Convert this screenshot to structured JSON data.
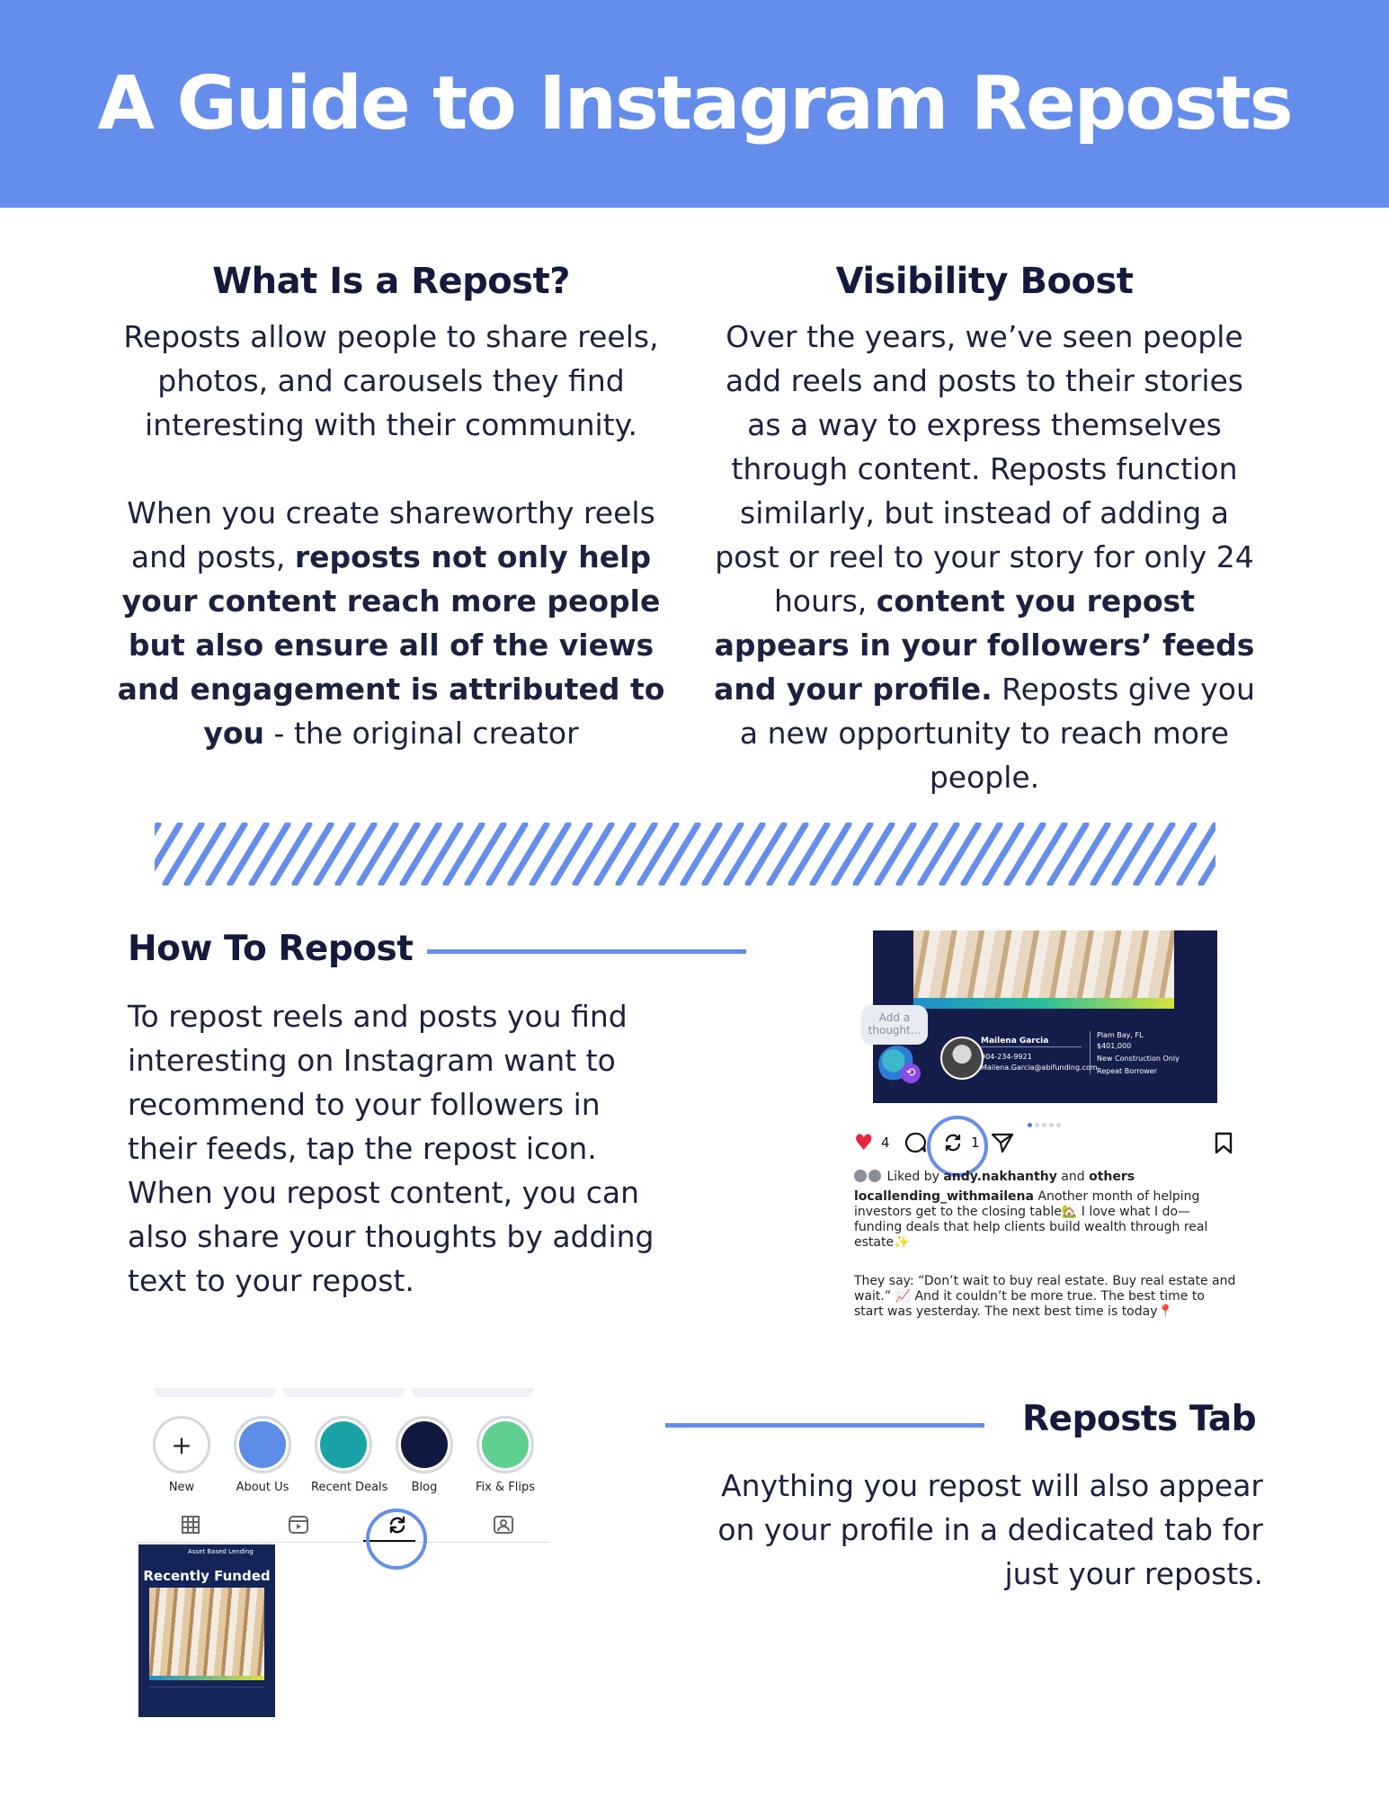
{
  "header": {
    "title": "A Guide to Instagram Reposts"
  },
  "what_is": {
    "heading": "What Is a Repost?",
    "para1": "Reposts allow people to share reels, photos, and carousels they find interesting with their community.",
    "para2_start": "When you create shareworthy reels and posts,",
    "para2_bold": "reposts not only help your content reach more people but also ensure all of the views and engagement is attributed to you",
    "para2_end": "- the original creator"
  },
  "visibility": {
    "heading": "Visibility Boost",
    "text_start": "Over the years, we’ve seen people add reels and posts to their stories as a way to express themselves through content. Reposts function similarly, but instead of adding a post or reel to your story for only 24 hours,",
    "text_bold": "content you repost appears in your followers’ feeds and your profile.",
    "text_end": "Reposts give you a new opportunity to reach more people."
  },
  "how_to": {
    "heading": "How To Repost",
    "body": "To repost reels and posts you find interesting on Instagram want to recommend to your followers in their feeds, tap the repost icon. When you repost content, you can also share your thoughts by adding text to your repost."
  },
  "post_mock": {
    "thought_placeholder": "Add a thought...",
    "agent_name": "Mailena Garcia",
    "agent_phone": "904-234-9921",
    "agent_email": "Mailena.Garcia@abifunding.com",
    "deal_location": "Plam Bay, FL",
    "deal_amount": "$401,000",
    "deal_type": "New Construction Only",
    "deal_borrower": "Repeat Borrower",
    "like_count": "4",
    "repost_count": "1",
    "liked_by_prefix": "Liked by",
    "liked_by_user": "andy.nakhanthy",
    "liked_by_and": "and",
    "liked_by_others": "others",
    "caption_user": "locallending_withmailena",
    "caption_text": "Another month of helping investors get to the closing table🏡 I love what I do—funding deals that help clients build wealth through real estate✨",
    "caption_text2": "They say: “Don’t wait to buy real estate. Buy real estate and wait.” 📈 And it couldn’t be more true. The best time to start was yesterday. The next best time is today📍"
  },
  "reposts_tab": {
    "heading": "Reposts Tab",
    "body": "Anything you repost will also appear on your profile in a dedicated tab for just your reposts."
  },
  "profile_mock": {
    "highlights": [
      {
        "label": "New",
        "icon": "plus-icon"
      },
      {
        "label": "About Us",
        "icon": "folder-icon"
      },
      {
        "label": "Recent Deals",
        "icon": "key-icon"
      },
      {
        "label": "Blog",
        "icon": "chat-icon"
      },
      {
        "label": "Fix & Flips",
        "icon": "house-icon"
      }
    ],
    "tabs": [
      "grid-icon",
      "reels-icon",
      "repost-icon",
      "tagged-icon"
    ],
    "grid_post_title": "Recently Funded",
    "grid_post_logo": "Asset Based Lending"
  },
  "colors": {
    "accent": "#658eec",
    "navy": "#151a3d",
    "repost_badge": "#8b49e8",
    "like_red": "#e8243c"
  }
}
